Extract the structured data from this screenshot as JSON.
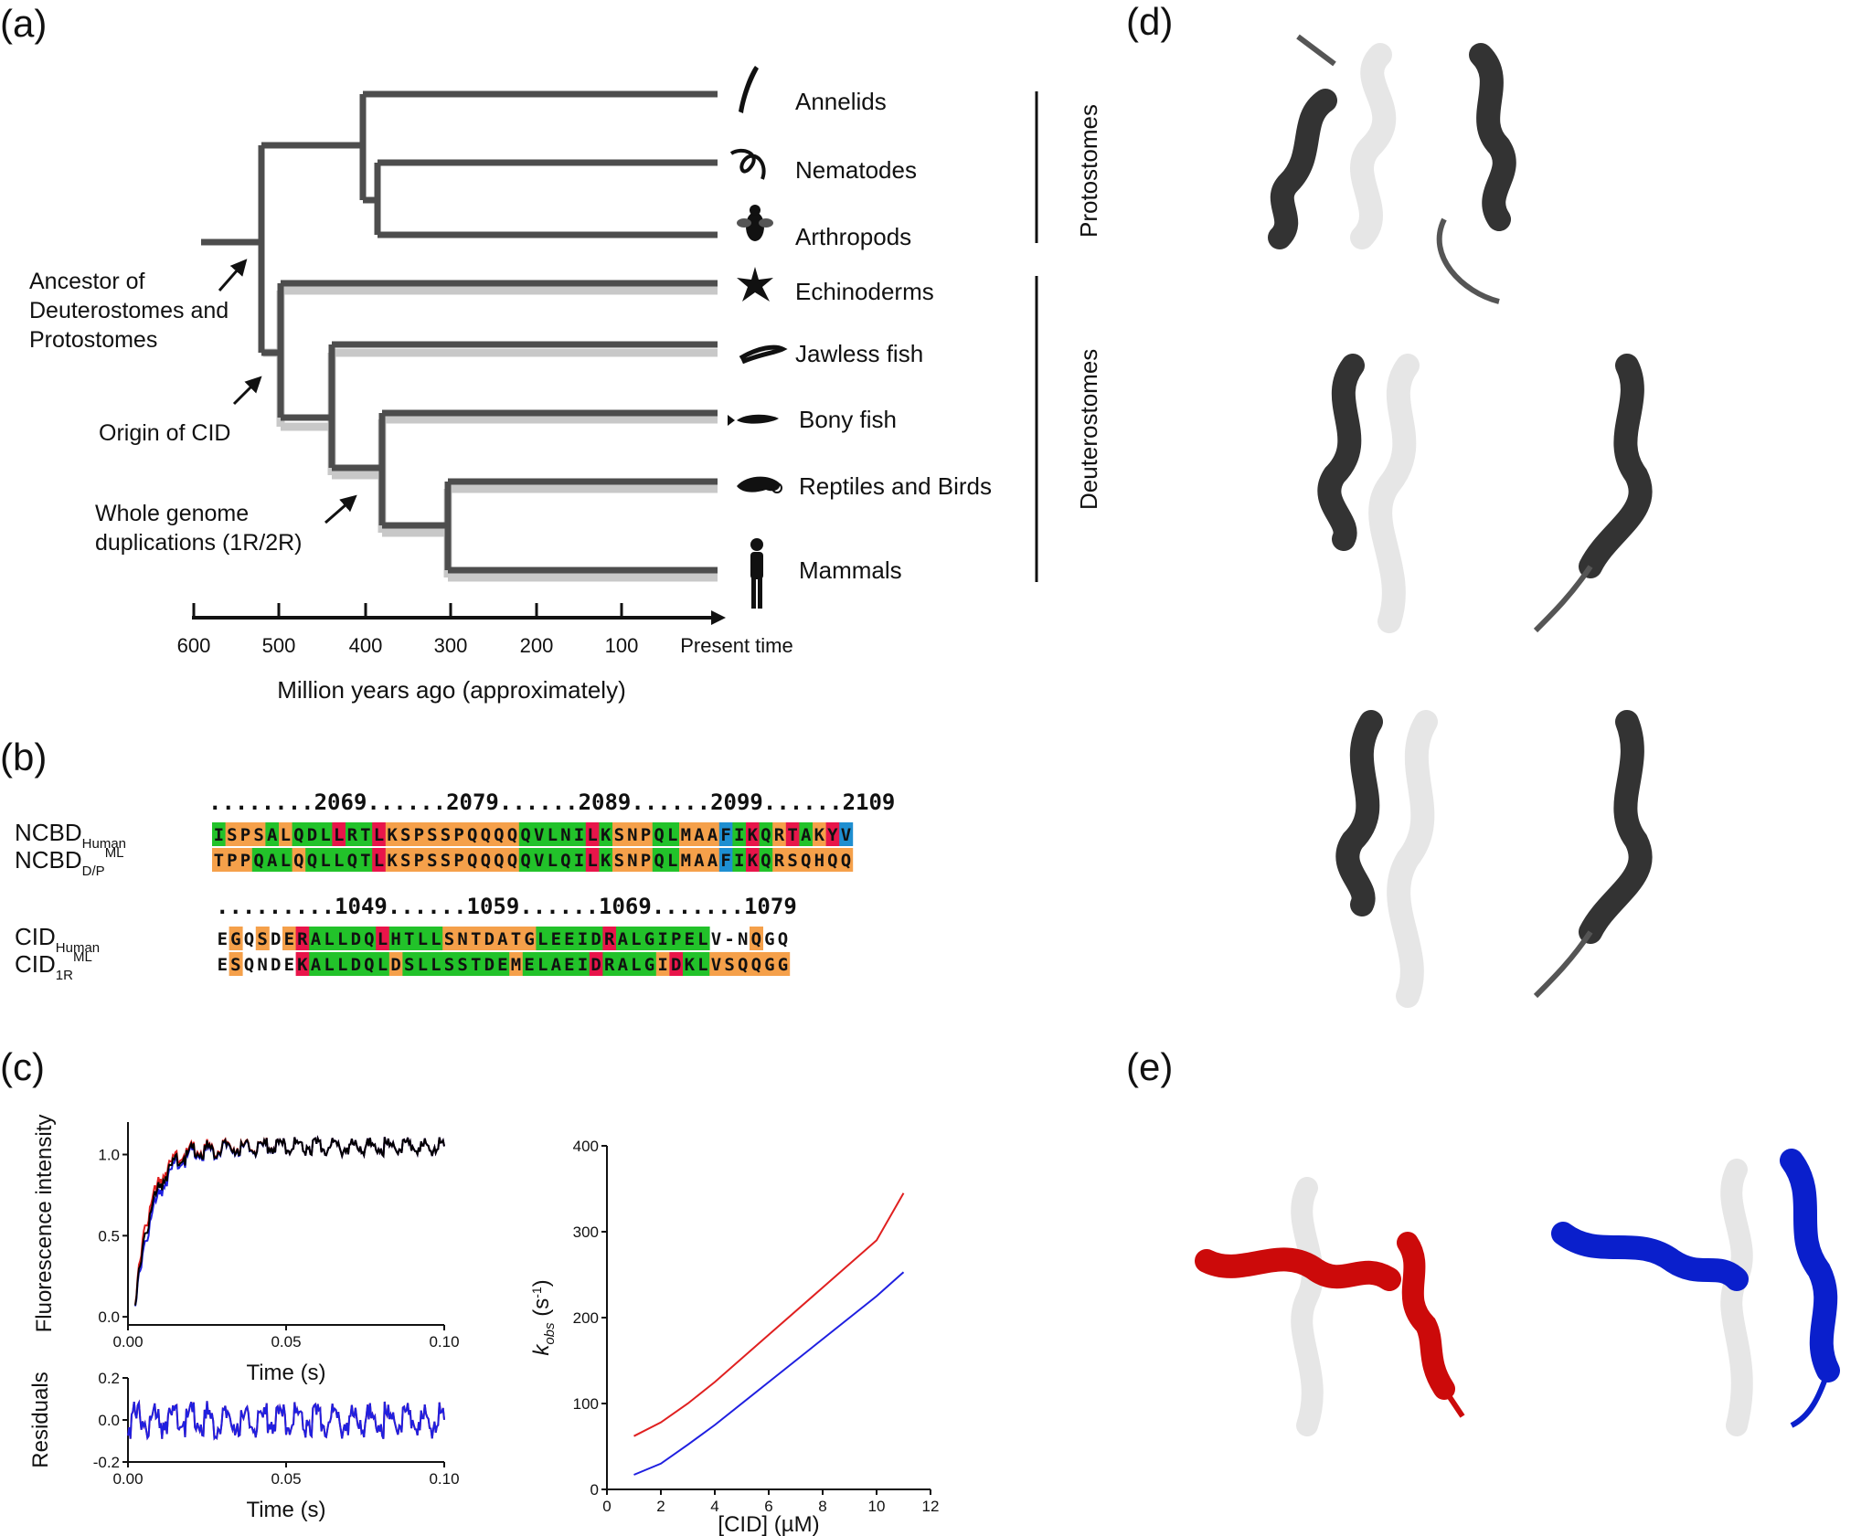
{
  "panel_labels": [
    "(a)",
    "(b)",
    "(c)",
    "(d)",
    "(e)"
  ],
  "tree": {
    "taxa": [
      "Annelids",
      "Nematodes",
      "Arthropods",
      "Echinoderms",
      "Jawless fish",
      "Bony fish",
      "Reptiles and Birds",
      "Mammals"
    ],
    "icons": [
      "annelid-icon",
      "nematode-icon",
      "arthropod-icon",
      "echinoderm-icon",
      "jawless-fish-icon",
      "bony-fish-icon",
      "reptile-bird-icon",
      "mammal-icon"
    ],
    "group_protostomes": "Protostomes",
    "group_deuterostomes": "Deuterostomes",
    "annotation_ancestor": [
      "Ancestor of",
      "Deuterostomes and",
      "Protostomes"
    ],
    "annotation_origin": "Origin of CID",
    "annotation_wgd": [
      "Whole genome",
      "duplications (1R/2R)"
    ],
    "axis_ticks": [
      "600",
      "500",
      "400",
      "300",
      "200",
      "100",
      "Present time"
    ],
    "axis_label": "Million years ago (approximately)",
    "colors": {
      "dark": "#4d4d4d",
      "light": "#c8c8c8"
    }
  },
  "alignment": {
    "block1": {
      "ruler": "........2069......2079......2089......2099......2109",
      "rows": [
        {
          "name": "NCBD",
          "sub": "Human",
          "sup": "",
          "seq": "ISPSALQDLLRTLKSPSSPQQQQQVLNILKSNPQLMAAFIKQRTAKYV",
          "colors": "GoooGoGGGrGGrooooooooooGGGGGrGoooGGoooBGrGorGorBG"
        },
        {
          "name": "NCBD",
          "sub": "D/P",
          "sup": "ML",
          "seq": "TPPQALQQLLQTLKSPSSPQQQQQVLQILKSNPQLMAAFIKQRSQHQQ",
          "colors": "oooGGGoGGGGGrooooooooooGGGGGrGoooGGoooBGrGoooooo"
        }
      ]
    },
    "block2": {
      "ruler": ".........1049......1059......1069.......1079",
      "rows": [
        {
          "name": "CID",
          "sub": "Human",
          "sup": "",
          "seq": "EGQSDERALLDQLHTLLSNTDATGLEEIDRALGIPELV-NQGQ",
          "colors": "wowoworGGGGGrGGGGoooooooGGGGGrGGGGGGG-wwow"
        },
        {
          "name": "CID",
          "sub": "1R",
          "sup": "ML",
          "seq": "ESQNDEKALLDQLDSLLSSTDEMELAEIDRALGIDKLVSQQGG",
          "colors": "wowwwwrGGGGGGoGGGGGGGGoGGGGGrGGGGorGGoooooo"
        }
      ]
    },
    "palette": {
      "G": "#22c22a",
      "o": "#f5a04a",
      "r": "#e8154a",
      "B": "#1e8fd1",
      "w": "#ffffff"
    }
  },
  "chart_data": [
    {
      "type": "line",
      "xlabel": "Time (s)",
      "ylabel": "Fluorescence intensity",
      "xlim": [
        0,
        0.1
      ],
      "ylim": [
        -0.05,
        1.2
      ],
      "xticks": [
        "0.00",
        "0.05",
        "0.10"
      ],
      "yticks": [
        "0.0",
        "0.5",
        "1.0"
      ],
      "series": [
        {
          "color": "#e02020",
          "x": [
            0.002,
            0.005,
            0.01,
            0.015,
            0.02,
            0.03,
            0.05,
            0.075,
            0.1
          ],
          "values": [
            0.0,
            0.55,
            0.85,
            0.97,
            1.02,
            1.05,
            1.05,
            1.05,
            1.05
          ]
        },
        {
          "color": "#1f1fe0",
          "x": [
            0.002,
            0.005,
            0.01,
            0.015,
            0.02,
            0.03,
            0.05,
            0.075,
            0.1
          ],
          "values": [
            0.0,
            0.45,
            0.78,
            0.93,
            1.0,
            1.04,
            1.05,
            1.05,
            1.05
          ]
        },
        {
          "color": "#000000",
          "x": [
            0.002,
            0.005,
            0.01,
            0.015,
            0.02,
            0.03,
            0.05,
            0.075,
            0.1
          ],
          "values": [
            0.0,
            0.5,
            0.82,
            0.95,
            1.01,
            1.045,
            1.05,
            1.05,
            1.05
          ]
        }
      ]
    },
    {
      "type": "line",
      "xlabel": "Time (s)",
      "ylabel": "Residuals",
      "xlim": [
        0,
        0.1
      ],
      "ylim": [
        -0.2,
        0.2
      ],
      "xticks": [
        "0.00",
        "0.05",
        "0.10"
      ],
      "yticks": [
        "0.2",
        "0.0",
        "-0.2"
      ],
      "series": [
        {
          "color": "#e02020",
          "x": [
            0,
            0.1
          ],
          "values": [
            0,
            0
          ]
        },
        {
          "color": "#1f1fe0",
          "x": [
            0,
            0.1
          ],
          "values": [
            0,
            0
          ]
        }
      ]
    },
    {
      "type": "line",
      "xlabel": "[CID] (µM)",
      "ylabel": "k",
      "ylabel_sub": "obs",
      "ylabel_unit": " (s",
      "ylabel_sup": "-1",
      "ylabel_end": ")",
      "xlim": [
        0,
        12
      ],
      "ylim": [
        0,
        400
      ],
      "xticks": [
        "0",
        "2",
        "4",
        "6",
        "8",
        "10",
        "12"
      ],
      "yticks": [
        "0",
        "100",
        "200",
        "300",
        "400"
      ],
      "series": [
        {
          "color": "#e02020",
          "x": [
            1,
            2,
            3,
            4,
            6,
            8,
            10,
            11
          ],
          "values": [
            62,
            78,
            100,
            125,
            180,
            235,
            290,
            345
          ]
        },
        {
          "color": "#1f1fe0",
          "x": [
            1,
            2,
            3,
            4,
            6,
            8,
            10,
            11
          ],
          "values": [
            17,
            30,
            52,
            75,
            125,
            175,
            225,
            253
          ]
        }
      ]
    }
  ],
  "structures": {
    "d": [
      "structure-overlay-top",
      "structure-overlay-middle",
      "structure-overlay-bottom"
    ],
    "e": [
      "structure-red",
      "structure-blue"
    ],
    "colors": {
      "dark": "#333333",
      "light": "#e6e6e6",
      "red": "#cc0a0a",
      "blue": "#0a1fcc"
    }
  }
}
